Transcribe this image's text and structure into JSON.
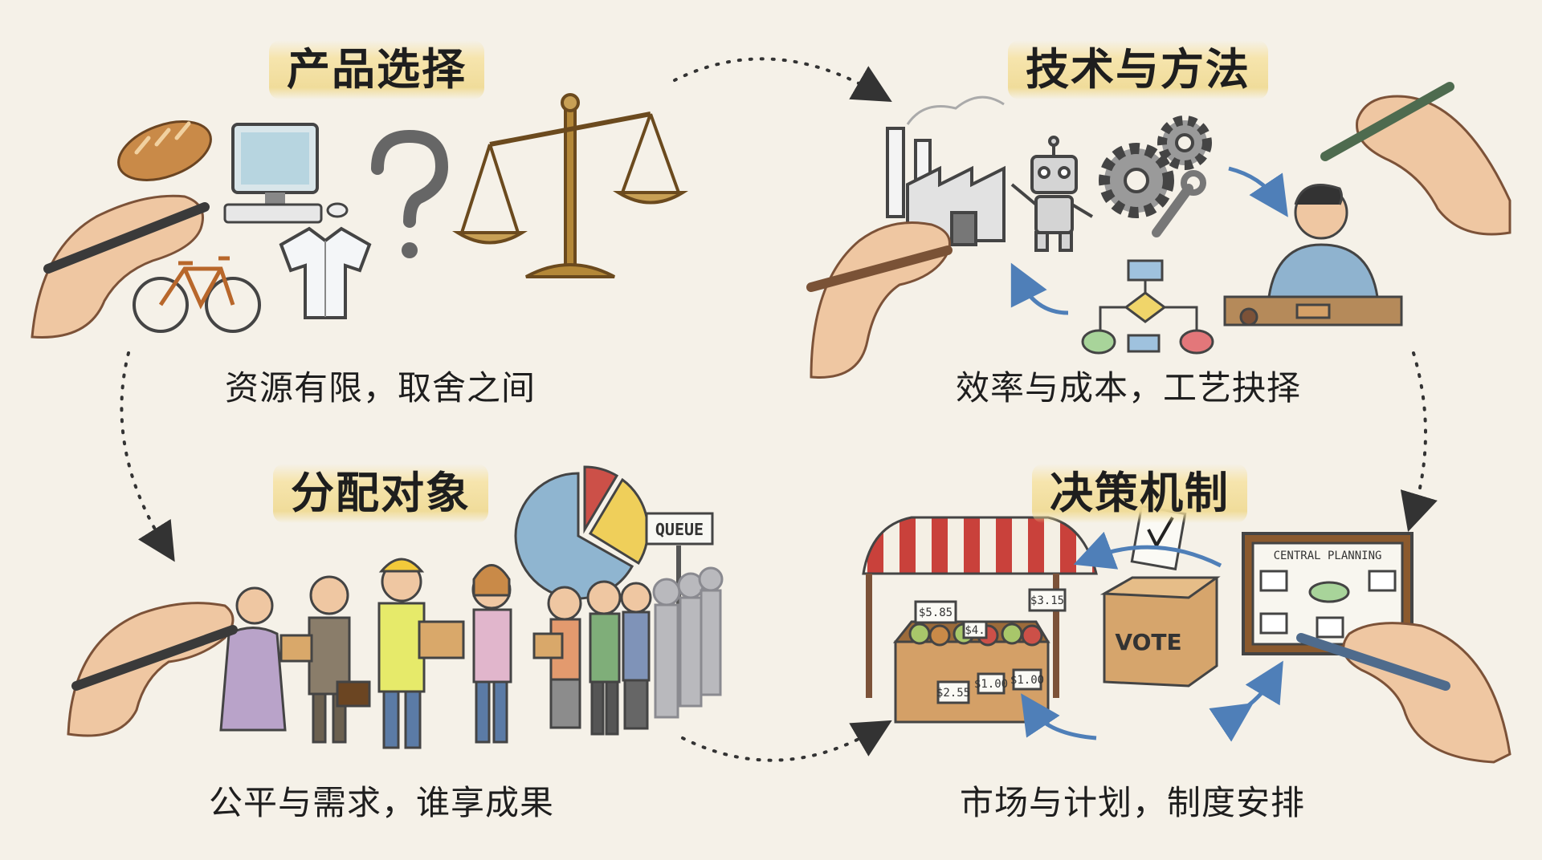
{
  "quadrants": {
    "product": {
      "title": "产品选择",
      "caption": "资源有限，取舍之间"
    },
    "technique": {
      "title": "技术与方法",
      "caption": "效率与成本，工艺抉择"
    },
    "distribution": {
      "title": "分配对象",
      "caption": "公平与需求，谁享成果"
    },
    "decision": {
      "title": "决策机制",
      "caption": "市场与计划，制度安排"
    }
  },
  "labels": {
    "queue": "QUEUE",
    "central_planning": "CENTRAL PLANNING",
    "vote": "VOTE",
    "price_1": "$5.85",
    "price_2": "$4.",
    "price_3": "$3.15",
    "price_4": "$2.55",
    "price_5": "$1.00",
    "price_6": "$1.00"
  },
  "colors": {
    "background": "#f5f1e8",
    "heading_highlight": "#f3dc9a",
    "ink": "#1e1e1e",
    "arrow_blue": "#4f7fb8",
    "awning_red": "#c9413b",
    "pie_blue": "#8fb5d0",
    "pie_red": "#cc5048",
    "pie_yellow": "#efcf5a"
  },
  "icons": [
    "bread-icon",
    "computer-icon",
    "question-mark-icon",
    "scale-icon",
    "shirt-icon",
    "bicycle-icon",
    "factory-icon",
    "robot-icon",
    "gears-icon",
    "wrench-icon",
    "flowchart-icon",
    "craftsman-icon",
    "pie-chart-icon",
    "queue-sign-icon",
    "people-queue-icon",
    "market-stall-icon",
    "ballot-box-icon",
    "planning-board-icon",
    "hand-pen-icon"
  ]
}
